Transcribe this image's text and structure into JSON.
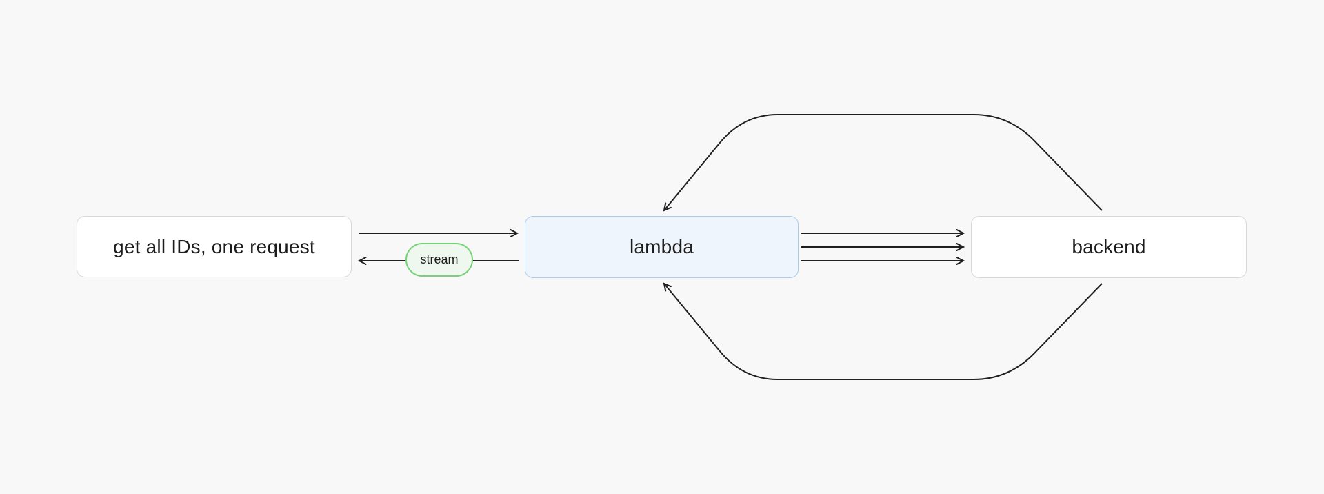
{
  "page": {
    "background": "#f8f8f8"
  },
  "diagram": {
    "nodes": {
      "client": {
        "label": "get all IDs, one request"
      },
      "lambda": {
        "label": "lambda"
      },
      "backend": {
        "label": "backend"
      }
    },
    "edge_badge": {
      "label": "stream"
    },
    "edges": {
      "client_to_lambda": "single request arrow",
      "lambda_to_client": "stream response arrow",
      "lambda_to_backend_count": 3,
      "backend_to_lambda_loops": [
        "top return loop",
        "bottom return loop"
      ]
    },
    "colors": {
      "line": "#202020",
      "node_fill": "#ffffff",
      "node_border": "#d7d7d7",
      "lambda_fill": "#eef5fc",
      "lambda_border": "#a9cdf0",
      "badge_fill": "#eef8ee",
      "badge_border": "#77d177",
      "text": "#1c1c1c"
    }
  }
}
